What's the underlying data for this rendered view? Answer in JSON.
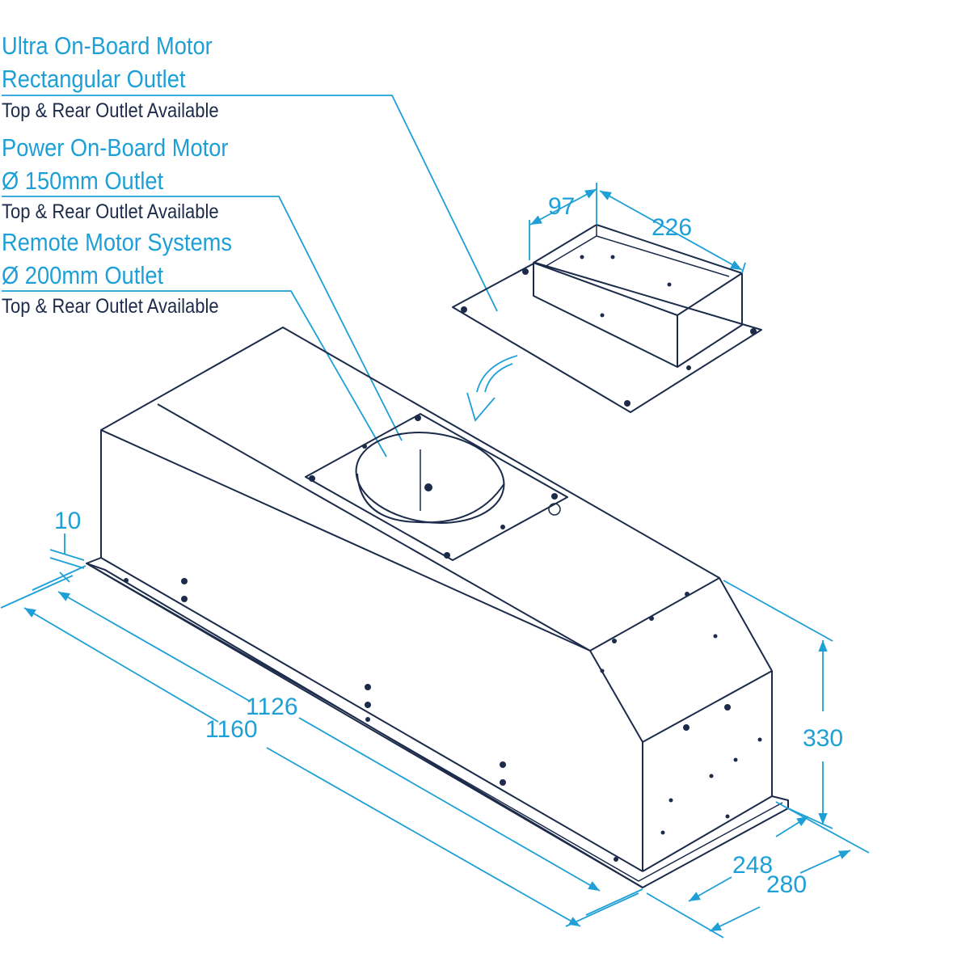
{
  "options": [
    {
      "title": "Ultra On-Board Motor",
      "subtitle": "Rectangular Outlet",
      "note": "Top & Rear Outlet Available"
    },
    {
      "title": "Power On-Board Motor",
      "subtitle": "Ø 150mm Outlet",
      "note": "Top & Rear Outlet Available"
    },
    {
      "title": "Remote Motor Systems",
      "subtitle": "Ø 200mm Outlet",
      "note": "Top & Rear Outlet Available"
    }
  ],
  "dimensions": {
    "adapter_width": "97",
    "adapter_length": "226",
    "flange": "10",
    "inner_length": "1126",
    "outer_length": "1160",
    "height": "330",
    "inner_depth": "248",
    "outer_depth": "280"
  },
  "colors": {
    "accent": "#1ea0d6",
    "line": "#1c2b4a",
    "background": "#ffffff"
  }
}
